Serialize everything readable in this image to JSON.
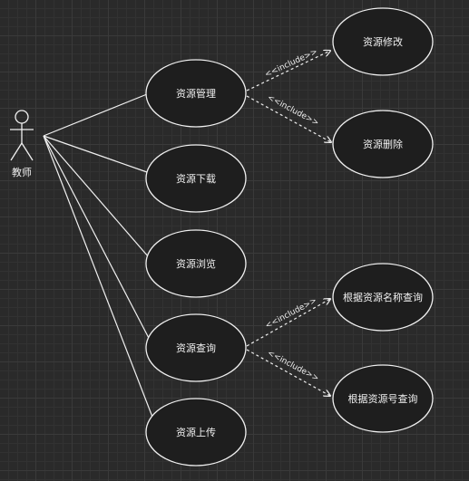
{
  "actor": {
    "label": "教师"
  },
  "use_cases": {
    "manage": "资源管理",
    "download": "资源下载",
    "browse": "资源浏览",
    "query": "资源查询",
    "upload": "资源上传",
    "modify": "资源修改",
    "delete": "资源删除",
    "query_by_name": "根据资源名称查询",
    "query_by_number": "根据资源号查询"
  },
  "relations": {
    "include_label": "<<include>>"
  },
  "colors": {
    "background": "#2a2a2a",
    "stroke": "#f0f0f0",
    "fill": "#1e1e1e"
  }
}
